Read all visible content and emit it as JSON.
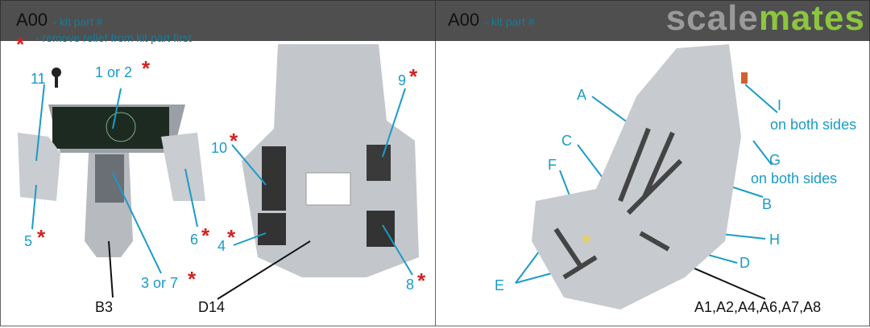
{
  "legend": {
    "part_code": "A00",
    "part_desc": "- kit part #",
    "asterisk": "*",
    "asterisk_desc": "- remove relief from kit part first"
  },
  "watermark": {
    "part1": "scale",
    "part2": "mates",
    "color1": "#9a9a9a",
    "color2": "#8cc63f"
  },
  "left_labels": {
    "l11": "11",
    "l1or2": "1 or 2",
    "l10": "10",
    "l9": "9",
    "l5": "5",
    "l6": "6",
    "l4": "4",
    "l3or7": "3 or 7",
    "l8": "8",
    "b3": "B3",
    "d14": "D14"
  },
  "right_labels": {
    "a": "A",
    "c": "C",
    "f": "F",
    "i": "I",
    "i_note": "on both sides",
    "g": "G",
    "g_note": "on both sides",
    "b": "B",
    "h": "H",
    "d": "D",
    "e": "E",
    "parts": "A1,A2,A4,A6,A7,A8"
  },
  "colors": {
    "label": "#1a9bc7",
    "asterisk": "#d42020"
  }
}
